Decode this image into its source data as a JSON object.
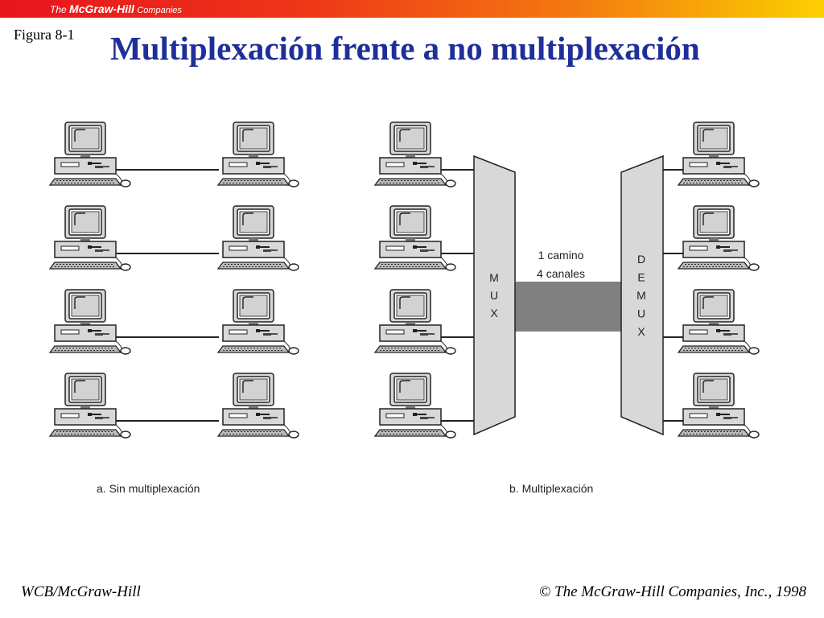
{
  "header": {
    "brand_the": "The",
    "brand_name": "McGraw-Hill",
    "brand_companies": "Companies"
  },
  "figure_label": "Figura 8-1",
  "title": "Multiplexación frente a no multiplexación",
  "diagram": {
    "left_caption": "a. Sin multiplexación",
    "right_caption": "b. Multiplexación",
    "path_label_1": "1 camino",
    "path_label_2": "4 canales",
    "mux_letters": [
      "M",
      "U",
      "X"
    ],
    "demux_letters": [
      "D",
      "E",
      "M",
      "U",
      "X"
    ],
    "colors": {
      "device": "#d8d8d8",
      "outline": "#222222",
      "channel": "#808080"
    }
  },
  "footer": {
    "left": "WCB/McGraw-Hill",
    "right_symbol": "©",
    "right": "The McGraw-Hill Companies, Inc., 1998"
  }
}
